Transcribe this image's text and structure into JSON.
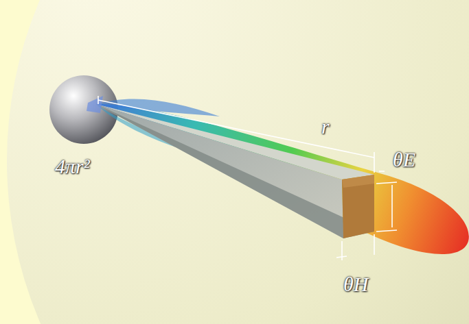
{
  "diagram": {
    "labels": [
      "4πr²",
      "r",
      "θE",
      "θH"
    ]
  }
}
